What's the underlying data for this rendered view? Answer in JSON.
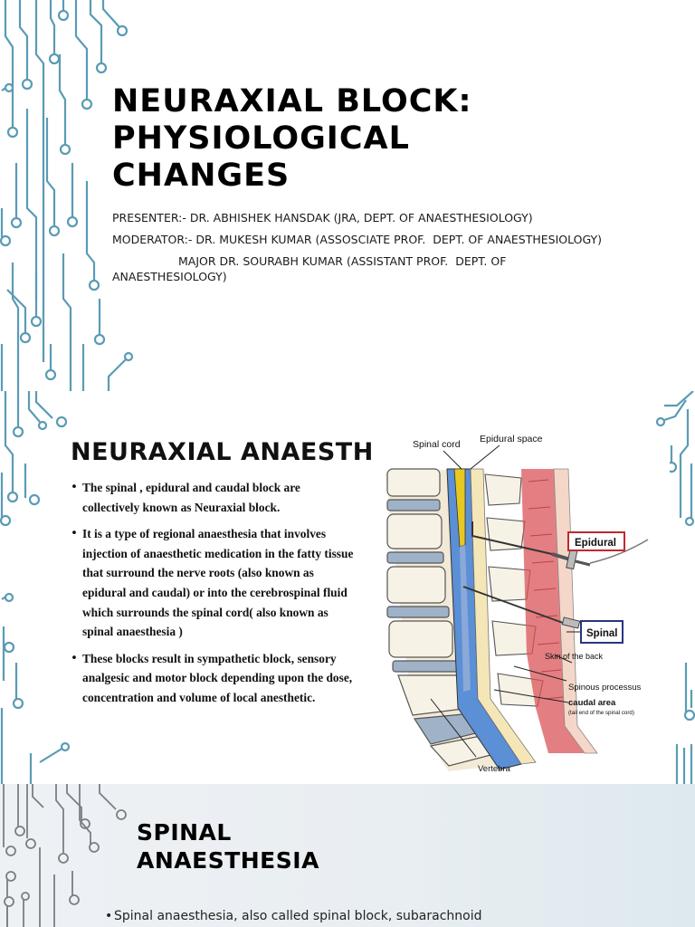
{
  "slide1": {
    "title_lines": [
      "NEURAXIAL BLOCK:",
      "PHYSIOLOGICAL",
      "CHANGES"
    ],
    "presenter": "PRESENTER:- DR. ABHISHEK HANSDAK (JRA, DEPT. OF ANAESTHESIOLOGY)",
    "moderator": "MODERATOR:- DR. MUKESH KUMAR (ASSOSCIATE PROF.  DEPT. OF ANAESTHESIOLOGY)",
    "moderator2": "MAJOR DR. SOURABH KUMAR (ASSISTANT PROF.  DEPT. OF ANAESTHESIOLOGY)"
  },
  "slide2": {
    "title": "NEURAXIAL ANAESTHESIA",
    "bullets": [
      "The spinal , epidural and caudal block are collectively known as Neuraxial block.",
      "It is a type of regional anaesthesia that involves injection of anaesthetic medication in the fatty tissue that surround the nerve roots (also known as epidural and caudal) or into the cerebrospinal fluid which surrounds the spinal cord( also known as spinal anaesthesia )",
      "These blocks result in sympathetic block, sensory analgesic and motor  block depending upon the dose, concentration  and volume of local anesthetic."
    ],
    "diagram_labels": {
      "spinal_cord": "Spinal cord",
      "epidural_space": "Epidural space",
      "epidural": "Epidural",
      "spinal": "Spinal",
      "skin": "Skin of the back",
      "spinous": "Spinous processus",
      "caudal": "caudal area",
      "caudal_note": "(tail end of the spinal cord)",
      "vertebra": "Vertebra"
    },
    "diagram_colors": {
      "epidural_box": "#c0282d",
      "spinal_box": "#27357f",
      "csf": "#5b8fd6",
      "cord": "#e7c81f",
      "muscle": "#d9545a"
    }
  },
  "slide3": {
    "title_lines": [
      "SPINAL",
      "ANAESTHESIA"
    ],
    "bullet": "Spinal anaesthesia, also called spinal block, subarachnoid"
  },
  "theme": {
    "circuit_color": "#4b90ad",
    "circuit_light": "#8fc3d6"
  }
}
